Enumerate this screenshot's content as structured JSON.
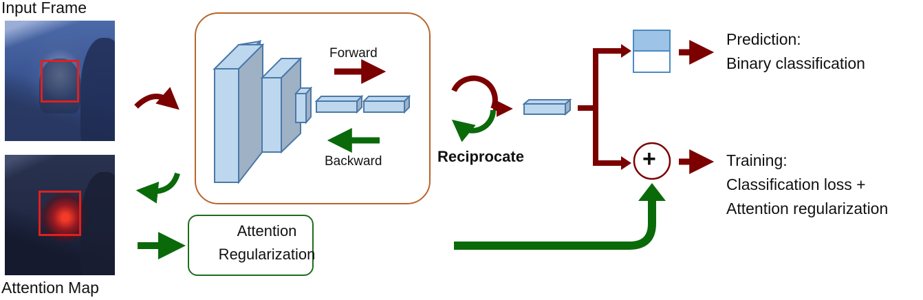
{
  "labels": {
    "input_frame": "Input Frame",
    "attention_map": "Attention Map",
    "forward": "Forward",
    "backward": "Backward",
    "reciprocate": "Reciprocate",
    "attention_regularization_line1": "Attention",
    "attention_regularization_line2": "Regularization",
    "prediction_line1": "Prediction:",
    "prediction_line2": "Binary classification",
    "training_line1": "Training:",
    "training_line2": "Classification loss +",
    "training_line3": "Attention regularization"
  },
  "symbols": {
    "plus": "+"
  },
  "images": {
    "input_frame": "concert-frame-with-red-face-box",
    "attention_map": "dark-frame-with-red-attention-heatmap-in-box"
  },
  "colors": {
    "forward_red": "#7b0000",
    "backward_green": "#0a6a0a",
    "network_border": "#b8642a",
    "regularization_border": "#1e6b1e",
    "layer_fill": "#bdd7ee",
    "layer_side": "#9fb1c5",
    "layer_stroke": "#4a78a8",
    "bbox_red": "#e0201e"
  }
}
